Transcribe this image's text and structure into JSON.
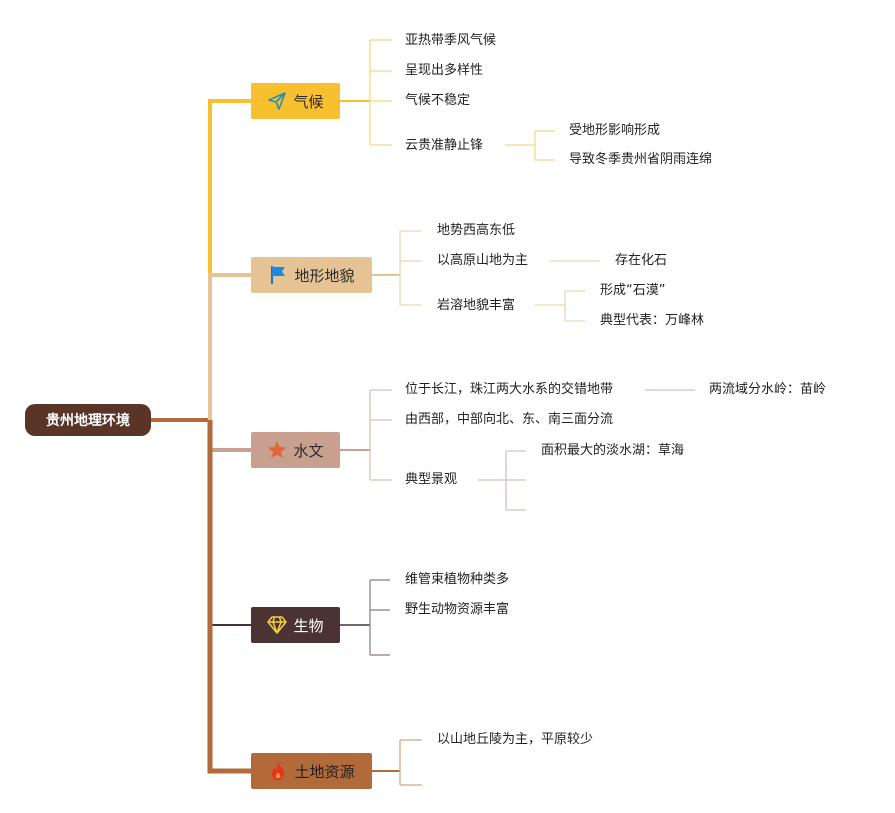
{
  "root": "贵州地理环境",
  "colors": {
    "root_bg": "#5a3427",
    "climate": "#f8bf2f",
    "terrain": "#e6c394",
    "water": "#c9a08f",
    "bio": "#4b3233",
    "land": "#b36a3a"
  },
  "branches": {
    "climate": {
      "label": "气候",
      "icon": "paper-plane-icon",
      "items": [
        "亚热带季风气候",
        "呈现出多样性",
        "气候不稳定",
        "云贵准静止锋"
      ],
      "sub": [
        "受地形影响形成",
        "导致冬季贵州省阴雨连绵"
      ]
    },
    "terrain": {
      "label": "地形地貌",
      "icon": "flag-icon",
      "items": [
        "地势西高东低",
        "以高原山地为主",
        "岩溶地貌丰富"
      ],
      "sub_fossil": "存在化石",
      "sub_karst": [
        "形成“石漠”",
        "典型代表：万峰林"
      ]
    },
    "water": {
      "label": "水文",
      "icon": "star-icon",
      "items": [
        "位于长江，珠江两大水系的交错地带",
        "由西部，中部向北、东、南三面分流",
        "典型景观"
      ],
      "sub_divide": "两流域分水岭：苗岭",
      "sub_lake": "面积最大的淡水湖：草海"
    },
    "bio": {
      "label": "生物",
      "icon": "diamond-icon",
      "items": [
        "维管束植物种类多",
        "野生动物资源丰富"
      ]
    },
    "land": {
      "label": "土地资源",
      "icon": "fire-icon",
      "items": [
        "以山地丘陵为主，平原较少"
      ]
    }
  }
}
